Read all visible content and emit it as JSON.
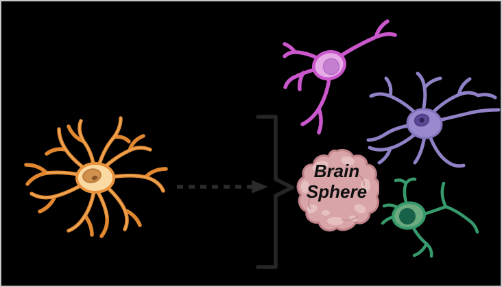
{
  "figure": {
    "background_color": "#000000",
    "border_color": "#c9c9c9",
    "description_elements": [
      "astrocyte-like orange cell",
      "dashed arrow",
      "grouping bracket",
      "brain sphere",
      "pink neuron",
      "purple neuron",
      "green cell"
    ]
  },
  "left_cell": {
    "icon": "astrocyte-cell-icon",
    "branch_color": "#e0872f",
    "branch_highlight_color": "#f2ad5e",
    "soma_fill": "#fbd9a2",
    "soma_outline": "#e8923c",
    "nucleus_fill": "#d2924f",
    "nucleus_outline": "#bc7a38",
    "nucleolus_fill": "#8a5426"
  },
  "arrow": {
    "icon": "dashed-arrow-icon",
    "style": "dashed",
    "direction": "right",
    "color": "#2b2b2b"
  },
  "bracket": {
    "icon": "grouping-bracket-icon",
    "shape": "angular-right-curly-brace",
    "color": "#262626"
  },
  "brain_sphere": {
    "icon": "brain-sphere-icon",
    "label_line1": "Brain",
    "label_line2": "Sphere",
    "fill": "#d8a4a7",
    "outline": "#bf8188",
    "patch_color": "#e9c6c6",
    "text_color": "#0f0f0f"
  },
  "right_cells": {
    "pink_neuron": {
      "icon": "pink-neuron-icon",
      "stroke": "#cb57cc",
      "soma_fill": "#e6abe7",
      "nucleus_fill": "#c47fd0"
    },
    "purple_neuron": {
      "icon": "purple-neuron-icon",
      "stroke": "#9181c6",
      "soma_fill": "#9a89ce",
      "soma_outline": "#8373bd",
      "nucleus_fill": "#5b4894",
      "nucleolus_fill": "#2c2158"
    },
    "green_cell": {
      "icon": "green-cell-icon",
      "stroke": "#379a6c",
      "soma_fill": "#6cab80",
      "nucleus_fill": "#176149"
    }
  }
}
